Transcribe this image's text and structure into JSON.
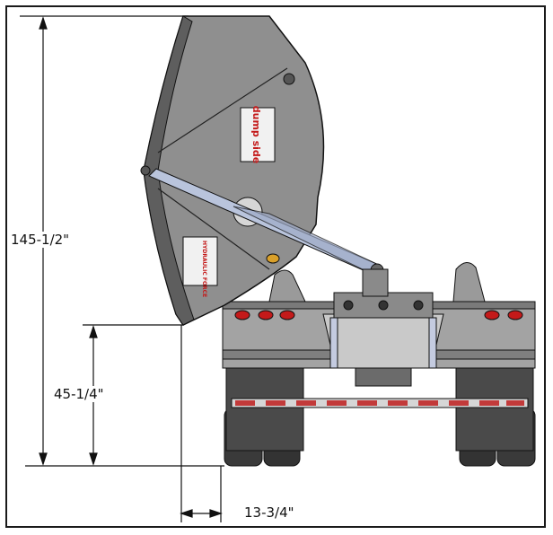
{
  "dimensions": {
    "overall_height": "145-1/2\"",
    "dump_clearance_height": "45-1/4\"",
    "side_offset": "13-3/4\""
  },
  "decals": {
    "brand": "dump side",
    "warning": "HYDRAULIC FORCE"
  },
  "colors": {
    "body": "#8f8f8f",
    "body_dark": "#5e5e5e",
    "cylinder": "#b9c4dc",
    "tail_light": "#c41a1a",
    "reflector": "#c23a3a",
    "line": "#111111"
  }
}
